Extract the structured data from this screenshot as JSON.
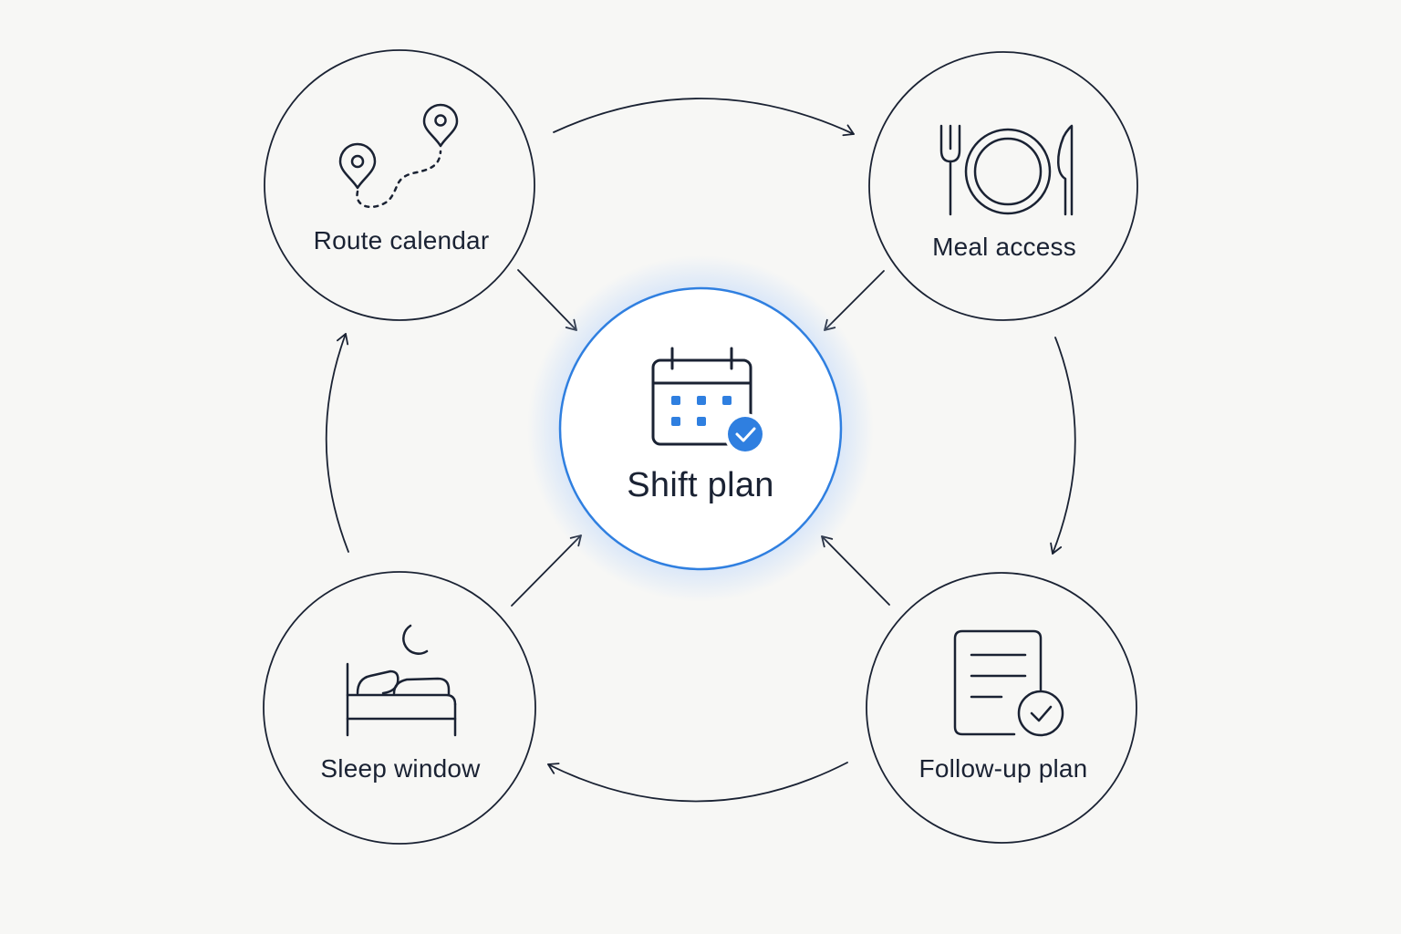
{
  "colors": {
    "background": "#f7f7f5",
    "stroke": "#1a2233",
    "accent": "#2f7fe0",
    "glow": "#bfd8fb"
  },
  "center": {
    "label": "Shift plan",
    "icon": "calendar-check-icon"
  },
  "nodes": {
    "route": {
      "label": "Route calendar",
      "icon": "route-pins-icon"
    },
    "meal": {
      "label": "Meal access",
      "icon": "plate-cutlery-icon"
    },
    "sleep": {
      "label": "Sleep window",
      "icon": "bed-moon-icon"
    },
    "followup": {
      "label": "Follow-up plan",
      "icon": "document-check-icon"
    }
  }
}
